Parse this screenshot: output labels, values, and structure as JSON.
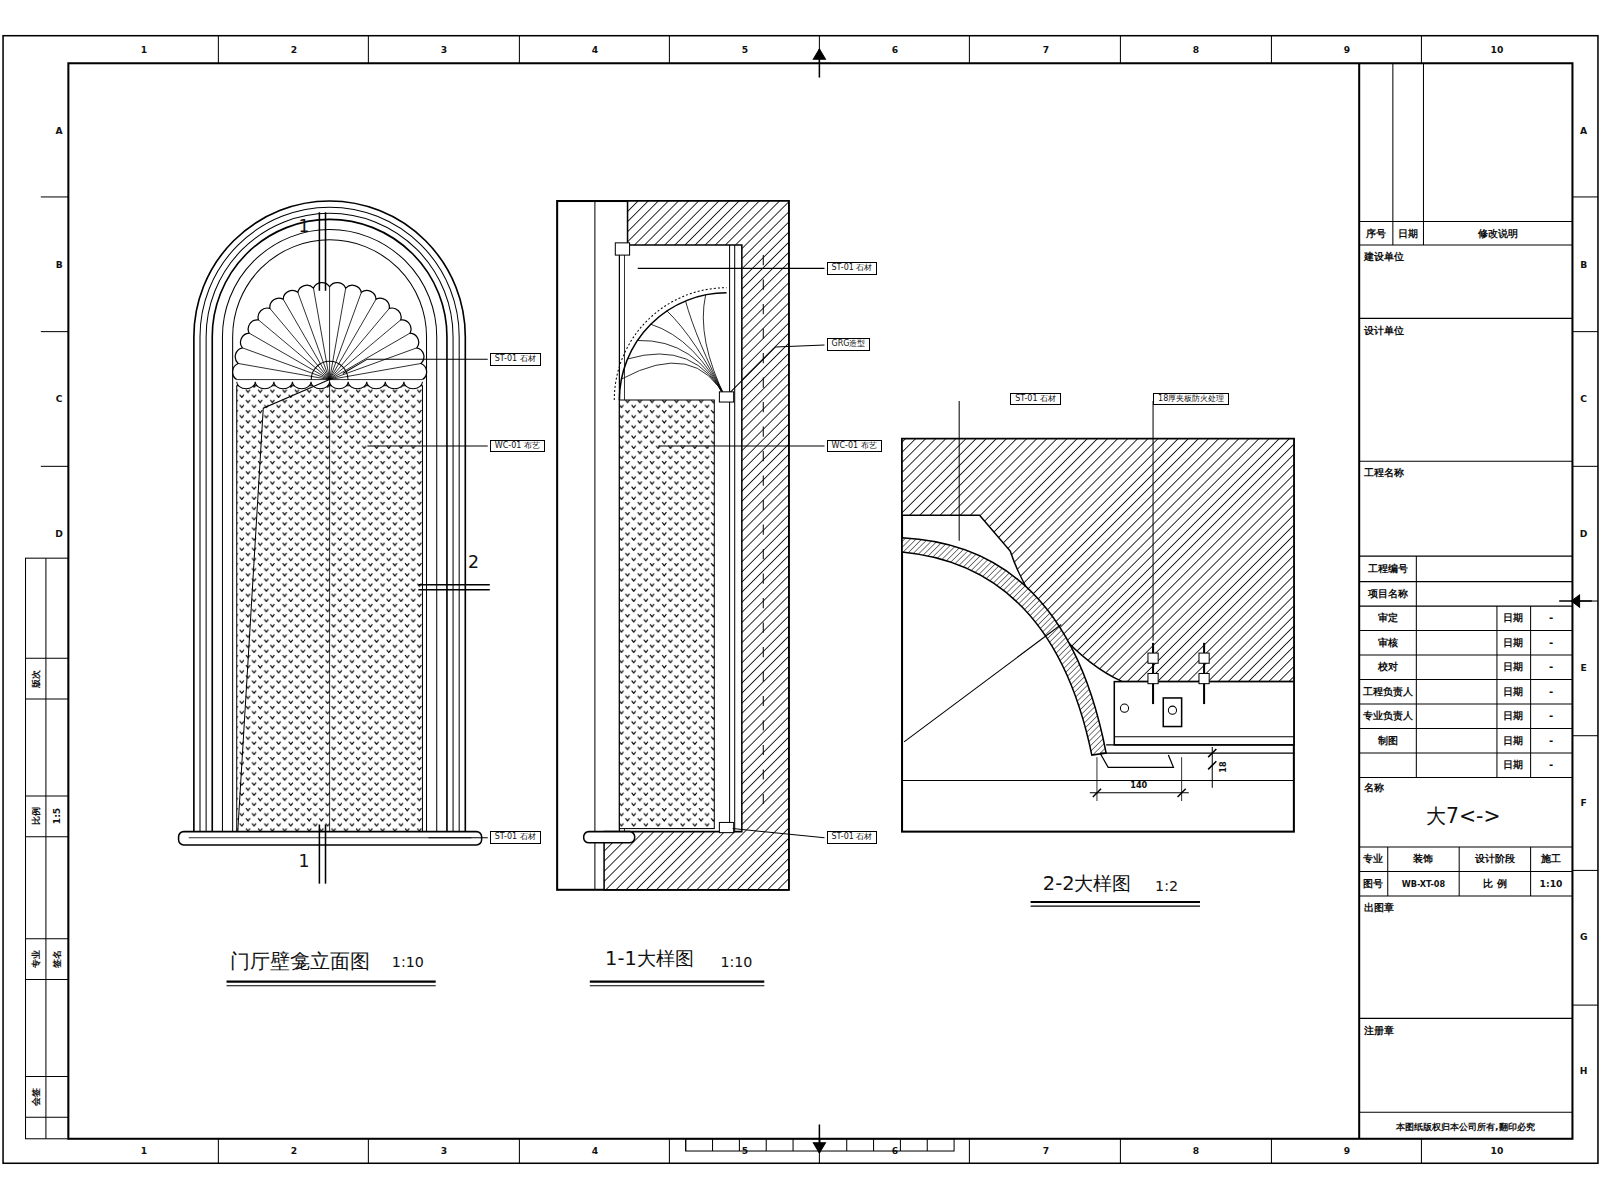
{
  "diagram": {
    "nodes": [
      {
        "text": [
          "ST-01 石材"
        ]
      },
      {
        "text": [
          "WC-01 布艺"
        ]
      },
      {
        "text": [
          "ST-01 石材"
        ]
      },
      {
        "text": [
          "ST-01 石材"
        ]
      },
      {
        "text": [
          "GRG造型"
        ]
      },
      {
        "text": [
          "WC-01 布艺"
        ]
      },
      {
        "text": [
          "ST-01 石材"
        ]
      },
      {
        "text": [
          "ST-01 石材"
        ]
      },
      {
        "text": [
          "18厚夹板防火处理"
        ]
      }
    ],
    "labels": [
      "1",
      "2",
      "3",
      "4",
      "5",
      "6",
      "7",
      "8",
      "9",
      "10",
      "1",
      "2",
      "3",
      "4",
      "5",
      "6",
      "7",
      "8",
      "9",
      "10",
      "A",
      "B",
      "C",
      "D",
      "A",
      "B",
      "C",
      "D",
      "E",
      "F",
      "G",
      "H",
      "1",
      "1",
      "2",
      "门厅壁龛立面图",
      "1:10",
      "1-1大样图",
      "1:10",
      "2-2大样图",
      "1:2",
      "140",
      "18",
      "序号",
      "日期",
      "修改说明",
      "建设单位",
      "设计单位",
      "工程名称",
      "工程编号",
      "项目名称",
      "审定",
      "日期",
      "-",
      "审核",
      "日期",
      "-",
      "校对",
      "日期",
      "-",
      "工程负责人",
      "日期",
      "-",
      "专业负责人",
      "日期",
      "-",
      "制图",
      "日期",
      "-",
      "日期",
      "-",
      "名称",
      "大7<->",
      "专业",
      "装饰",
      "设计阶段",
      "施工",
      "图号",
      "WB-XT-08",
      "比 例",
      "1:10",
      "出图章",
      "注册章",
      "本图纸版权归本公司所有,翻印必究",
      "版次",
      "比例",
      "1:5",
      "专业",
      "签名",
      "会签"
    ]
  }
}
